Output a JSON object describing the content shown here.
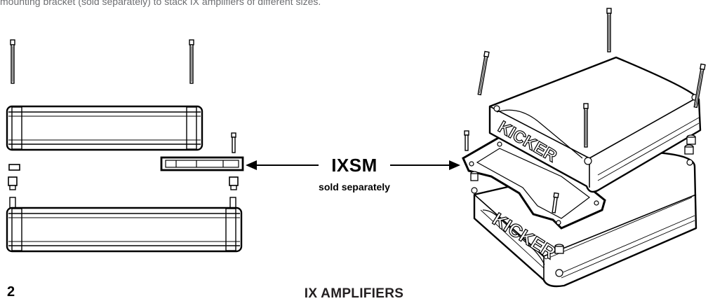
{
  "intro_text": "mounting bracket (sold separately) to stack IX amplifiers of different sizes.",
  "callout": {
    "part_name": "IXSM",
    "note": "sold separately"
  },
  "logo_text": "KICKER",
  "footer": {
    "page_number": "2",
    "title": "IX AMPLIFIERS"
  }
}
